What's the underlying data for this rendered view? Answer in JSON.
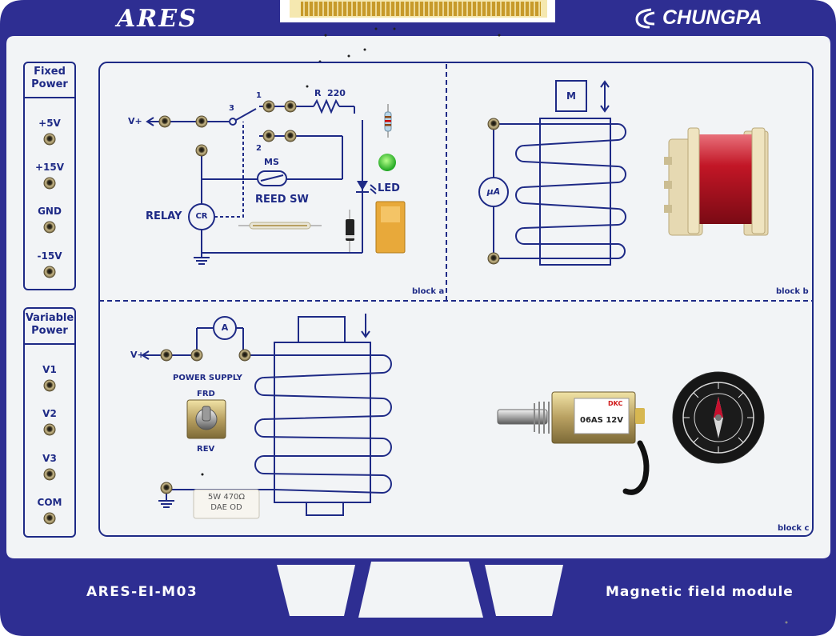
{
  "board": {
    "brand_left": "ARES",
    "brand_right": "CHUNGPA",
    "model": "ARES-EI-M03",
    "description": "Magnetic field module",
    "colors": {
      "frame": "#2e2e92",
      "panel": "#f2f4f6",
      "ink": "#1e2a86"
    }
  },
  "fixed_power": {
    "title_line1": "Fixed",
    "title_line2": "Power",
    "terminals": [
      "+5V",
      "+15V",
      "GND",
      "-15V"
    ]
  },
  "variable_power": {
    "title_line1": "Variable",
    "title_line2": "Power",
    "terminals": [
      "V1",
      "V2",
      "V3",
      "COM"
    ]
  },
  "block_a": {
    "name": "block a",
    "vplus": "V+",
    "sw_pos_3": "3",
    "sw_pos_1": "1",
    "sw_pos_2": "2",
    "resistor_label": "R",
    "resistor_value": "220",
    "ms_label": "MS",
    "reed_label": "REED SW",
    "relay_label": "RELAY",
    "relay_coil": "CR",
    "led_label": "LED"
  },
  "block_b": {
    "name": "block b",
    "motor_label": "M",
    "meter_label": "μA"
  },
  "block_c": {
    "name": "block c",
    "vplus": "V+",
    "ammeter_label": "A",
    "power_supply_label": "POWER SUPPLY",
    "frd_label": "FRD",
    "rev_label": "REV",
    "resistor_print_1": "5W 470Ω",
    "resistor_print_2": "DAE OD",
    "solenoid_brand": "DKC",
    "solenoid_model": "06AS 12V"
  }
}
